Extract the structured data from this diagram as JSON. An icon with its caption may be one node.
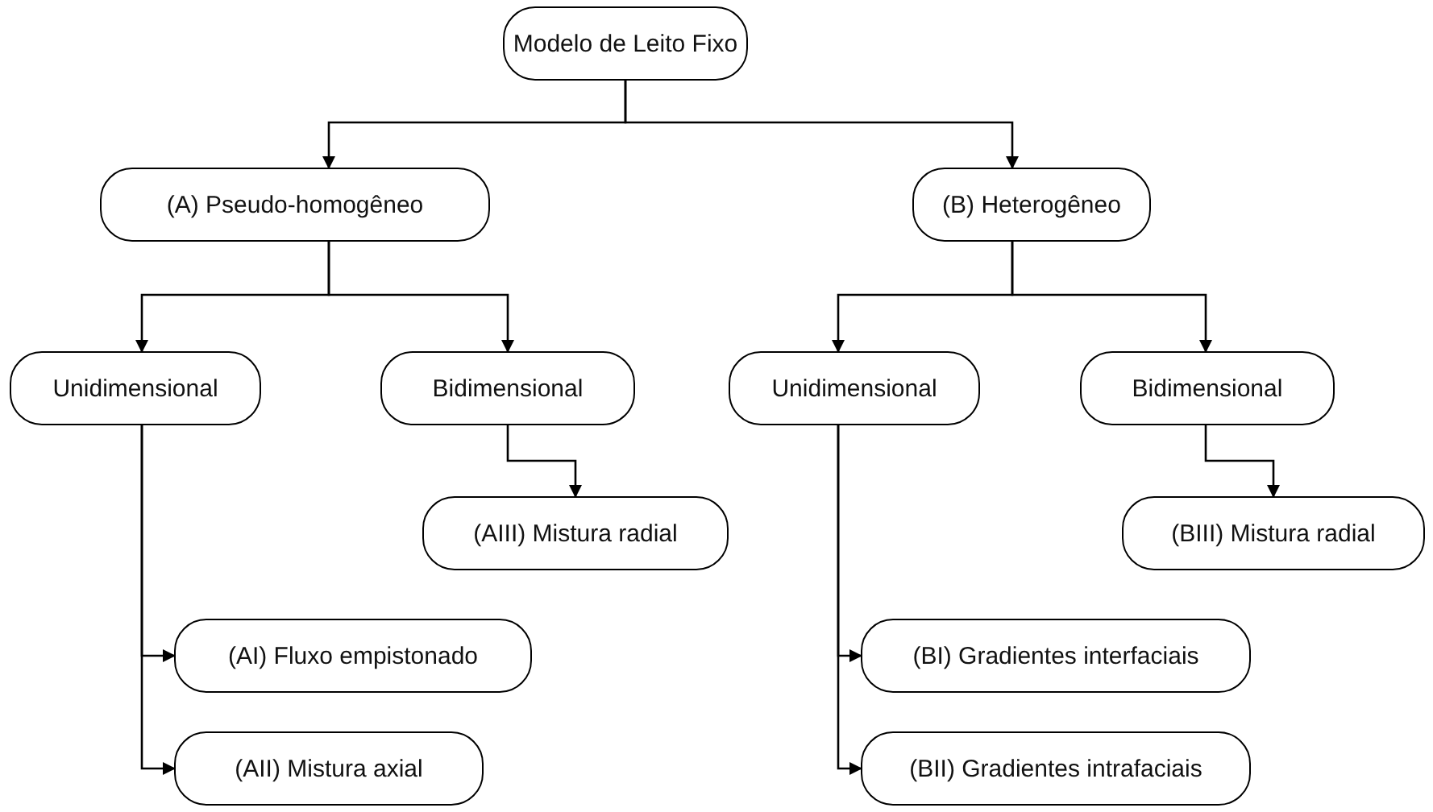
{
  "diagram": {
    "nodes": [
      {
        "text": [
          "Modelo de Leito Fixo"
        ]
      },
      {
        "text": [
          "(A) Pseudo-homogêneo"
        ]
      },
      {
        "text": [
          "(B) Heterogêneo"
        ]
      },
      {
        "text": [
          "Unidimensional"
        ]
      },
      {
        "text": [
          "Bidimensional"
        ]
      },
      {
        "text": [
          "(AIII) Mistura radial"
        ]
      },
      {
        "text": [
          "(AI) Fluxo empistonado"
        ]
      },
      {
        "text": [
          "(AII) Mistura axial"
        ]
      },
      {
        "text": [
          "Unidimensional"
        ]
      },
      {
        "text": [
          "Bidimensional"
        ]
      },
      {
        "text": [
          "(BIII) Mistura radial"
        ]
      },
      {
        "text": [
          "(BI) Gradientes interfaciais"
        ]
      },
      {
        "text": [
          "(BII) Gradientes intrafaciais"
        ]
      }
    ],
    "edges": [
      {
        "from": 0,
        "to": 1,
        "arrow": "to"
      },
      {
        "from": 0,
        "to": 2,
        "arrow": "to"
      },
      {
        "from": 1,
        "to": 3,
        "arrow": "to"
      },
      {
        "from": 1,
        "to": 4,
        "arrow": "to"
      },
      {
        "from": 4,
        "to": 5,
        "arrow": "to"
      },
      {
        "from": 3,
        "to": 6,
        "arrow": "to"
      },
      {
        "from": 3,
        "to": 7,
        "arrow": "to"
      },
      {
        "from": 2,
        "to": 8,
        "arrow": "to"
      },
      {
        "from": 2,
        "to": 9,
        "arrow": "to"
      },
      {
        "from": 9,
        "to": 10,
        "arrow": "to"
      },
      {
        "from": 8,
        "to": 11,
        "arrow": "to"
      },
      {
        "from": 8,
        "to": 12,
        "arrow": "to"
      }
    ]
  }
}
